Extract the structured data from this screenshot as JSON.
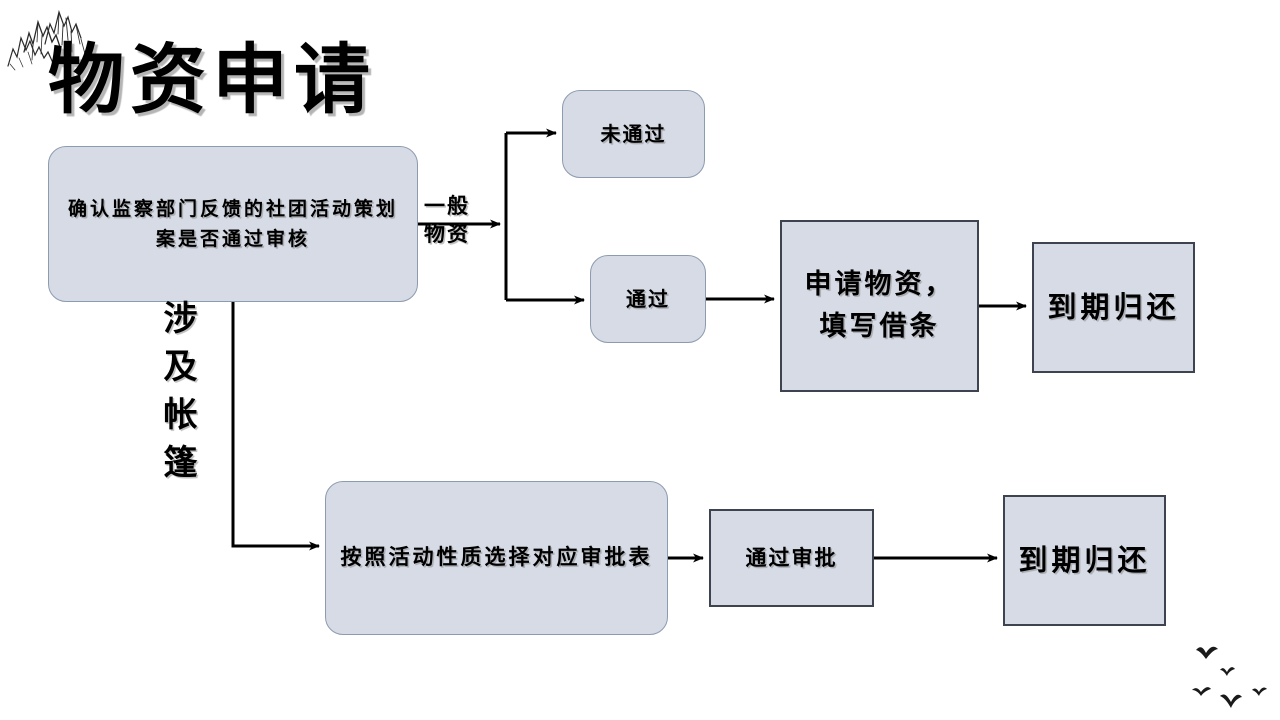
{
  "page": {
    "title": "物资申请",
    "background_color": "#ffffff",
    "node_fill": "#d6dbe5",
    "node_border_rounded": "#8d9bb0",
    "node_border_sharp": "#3d4450",
    "text_color": "#000000",
    "edge_color": "#000000"
  },
  "nodes": [
    {
      "id": "confirm",
      "label": "确认监察部门反馈的社团活动策划案是否通过审核",
      "shape": "rounded-rect"
    },
    {
      "id": "rejected",
      "label": "未通过",
      "shape": "rounded-rect"
    },
    {
      "id": "passed",
      "label": "通过",
      "shape": "rounded-rect"
    },
    {
      "id": "apply",
      "label": "申请物资，填写借条",
      "shape": "rect"
    },
    {
      "id": "return_1",
      "label": "到期归还",
      "shape": "rect"
    },
    {
      "id": "select_form",
      "label": "按照活动性质选择对应审批表",
      "shape": "rounded-rect"
    },
    {
      "id": "approved",
      "label": "通过审批",
      "shape": "rect"
    },
    {
      "id": "return_2",
      "label": "到期归还",
      "shape": "rect"
    }
  ],
  "edge_labels": [
    {
      "id": "general_supplies",
      "label": "一般\n物资",
      "orientation": "horizontal"
    },
    {
      "id": "tent_involved",
      "label": "涉及帐篷",
      "orientation": "vertical"
    }
  ],
  "edges": [
    {
      "from": "confirm",
      "to": "branch",
      "label": "一般物资"
    },
    {
      "from": "branch",
      "to": "rejected",
      "label": ""
    },
    {
      "from": "branch",
      "to": "passed",
      "label": ""
    },
    {
      "from": "passed",
      "to": "apply",
      "label": ""
    },
    {
      "from": "apply",
      "to": "return_1",
      "label": ""
    },
    {
      "from": "confirm",
      "to": "select_form",
      "label": "涉及帐篷"
    },
    {
      "from": "select_form",
      "to": "approved",
      "label": ""
    },
    {
      "from": "approved",
      "to": "return_2",
      "label": ""
    }
  ],
  "decorations": [
    {
      "id": "mountain_sketch",
      "name": "ink-mountain-sketch"
    },
    {
      "id": "flying_birds",
      "name": "flying-birds-sketch"
    }
  ]
}
